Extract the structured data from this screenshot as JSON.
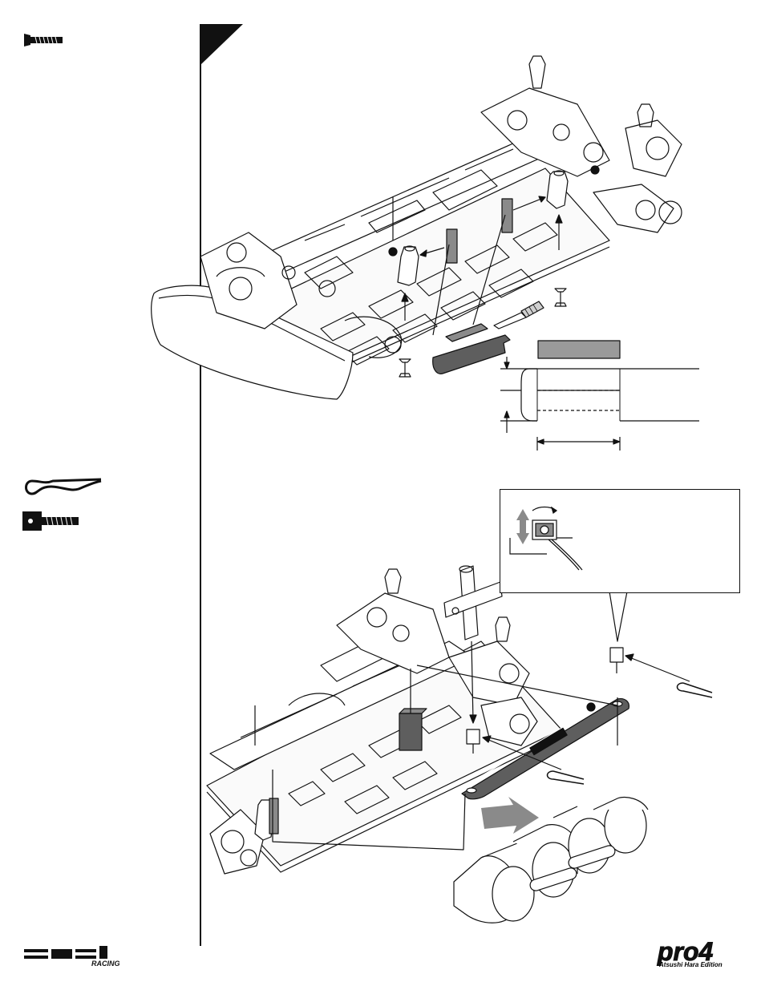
{
  "page": {
    "logos": {
      "hpi": "HPI",
      "hpi_sub": "RACING",
      "pro4": "pro4",
      "pro4_edition": "Atsushi Hara Edition"
    },
    "parts": [
      {
        "icon": "countersunk-screw-icon"
      },
      {
        "icon": "body-clip-icon"
      },
      {
        "icon": "set-screw-post-icon"
      }
    ],
    "colors": {
      "ink": "#111111",
      "part_fill": "#8a8a8a",
      "part_dark": "#5e5e5e",
      "tape_gray": "#9a9a9a"
    }
  }
}
